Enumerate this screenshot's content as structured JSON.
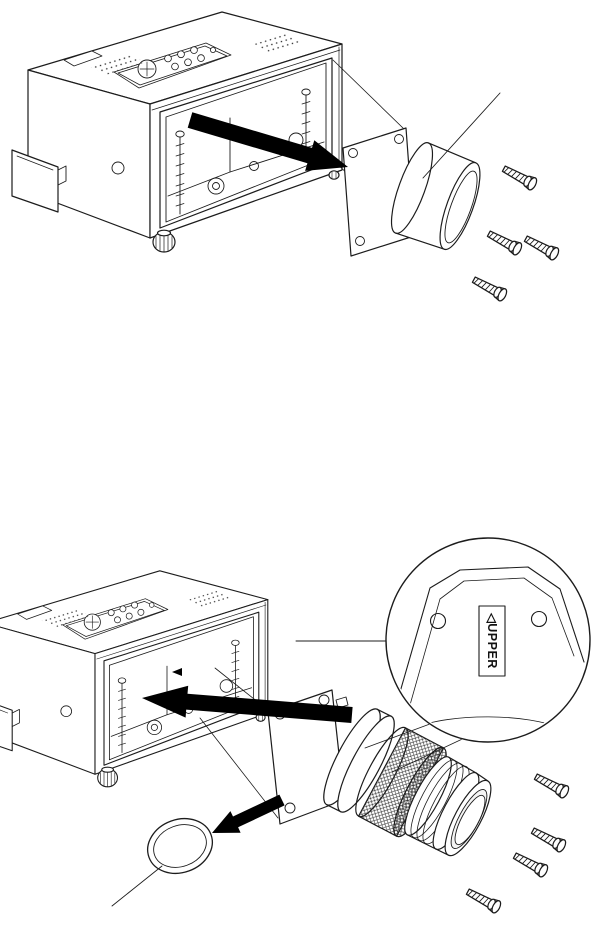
{
  "page": {
    "background": "#ffffff",
    "ink_color": "#1c1c1c",
    "arrow_color": "#000000"
  },
  "panels": {
    "removal": {
      "id": "lens-unit-removal",
      "visible_parts": [
        "projector body",
        "control panel",
        "speaker grilles",
        "front opening",
        "lens unit with mounting flange",
        "outward direction arrow",
        "mounting screws",
        "leader line"
      ],
      "screw_count": 4,
      "arrow_direction": "outward-right"
    },
    "installation": {
      "id": "lens-unit-installation",
      "visible_parts": [
        "projector body",
        "front opening",
        "zoom lens unit",
        "knurled focus ring",
        "lens cap",
        "inward direction arrow",
        "mounting screws",
        "magnified detail circle"
      ],
      "screw_count": 4,
      "arrow_direction": "inward-left"
    }
  },
  "detail_circle": {
    "label": "◁UPPER",
    "label_text": "UPPER",
    "label_arrow_glyph": "◁"
  }
}
